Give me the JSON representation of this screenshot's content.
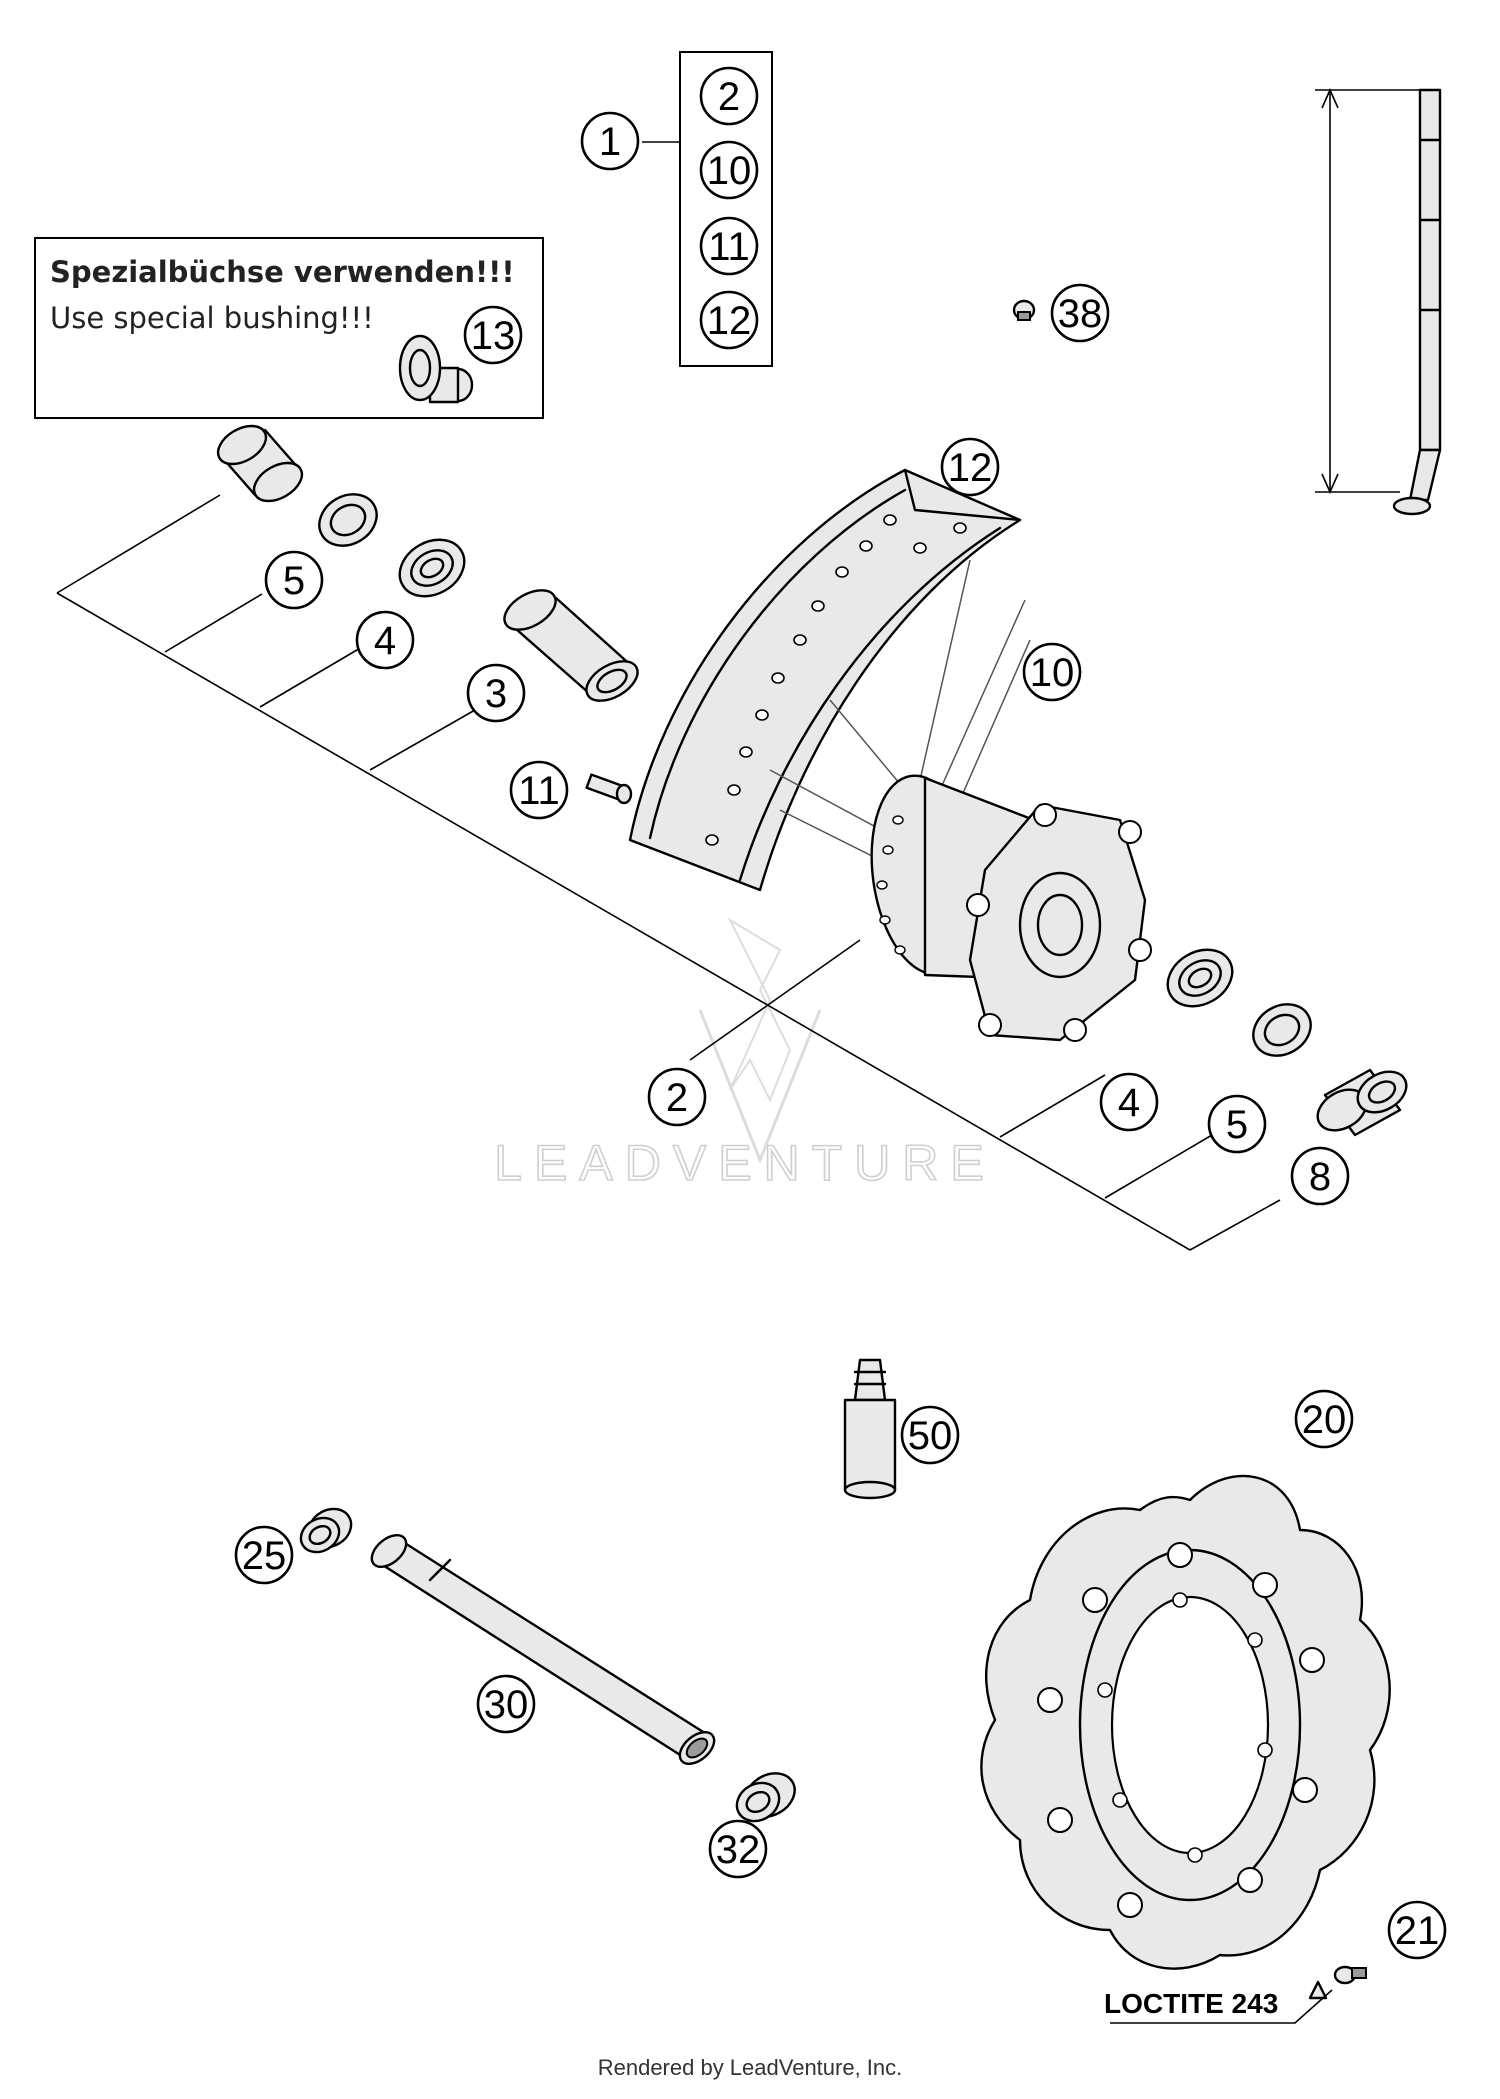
{
  "note": {
    "title": "Spezialbüchse verwenden!!!",
    "subtitle": "Use special bushing!!!"
  },
  "callouts": [
    "1",
    "2",
    "10",
    "11",
    "12",
    "13",
    "38",
    "12",
    "5",
    "4",
    "3",
    "11",
    "10",
    "2",
    "4",
    "5",
    "8",
    "50",
    "20",
    "25",
    "30",
    "32",
    "21"
  ],
  "loctite_label": "LOCTITE 243",
  "watermark": "LEADVENTURE",
  "footer": "Rendered by LeadVenture, Inc."
}
